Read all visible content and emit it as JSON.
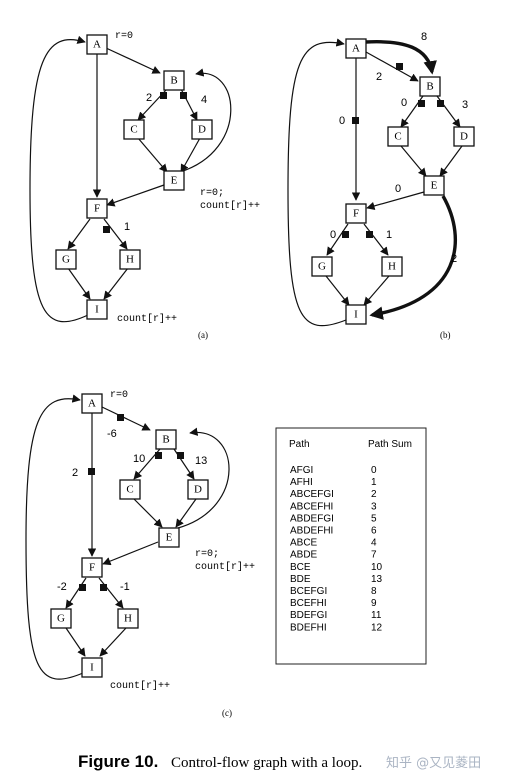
{
  "graphs": {
    "a": {
      "caption": "(a)",
      "notes": [
        "r=0",
        "r=0;",
        "count[r]++",
        "count[r]++"
      ],
      "edge_labels": [
        "2",
        "4",
        "1"
      ]
    },
    "b": {
      "caption": "(b)",
      "edge_labels": [
        "8",
        "2",
        "0",
        "0",
        "3",
        "0",
        "0",
        "1",
        "2"
      ]
    },
    "c": {
      "caption": "(c)",
      "notes": [
        "r=0",
        "r=0;",
        "count[r]++",
        "count[r]++"
      ],
      "edge_labels": [
        "-6",
        "2",
        "10",
        "13",
        "-2",
        "-1"
      ]
    }
  },
  "node_names": [
    "A",
    "B",
    "C",
    "D",
    "E",
    "F",
    "G",
    "H",
    "I"
  ],
  "table": {
    "headers": [
      "Path",
      "Path Sum"
    ],
    "rows": [
      [
        "AFGI",
        "0"
      ],
      [
        "AFHI",
        "1"
      ],
      [
        "ABCEFGI",
        "2"
      ],
      [
        "ABCEFHI",
        "3"
      ],
      [
        "ABDEFGI",
        "5"
      ],
      [
        "ABDEFHI",
        "6"
      ],
      [
        "ABCE",
        "4"
      ],
      [
        "ABDE",
        "7"
      ],
      [
        "BCE",
        "10"
      ],
      [
        "BDE",
        "13"
      ],
      [
        "BCEFGI",
        "8"
      ],
      [
        "BCEFHI",
        "9"
      ],
      [
        "BDEFGI",
        "11"
      ],
      [
        "BDEFHI",
        "12"
      ]
    ]
  },
  "caption": {
    "label": "Figure 10.",
    "text": "Control-flow graph with a loop."
  },
  "watermark": "知乎 @又见菱田"
}
